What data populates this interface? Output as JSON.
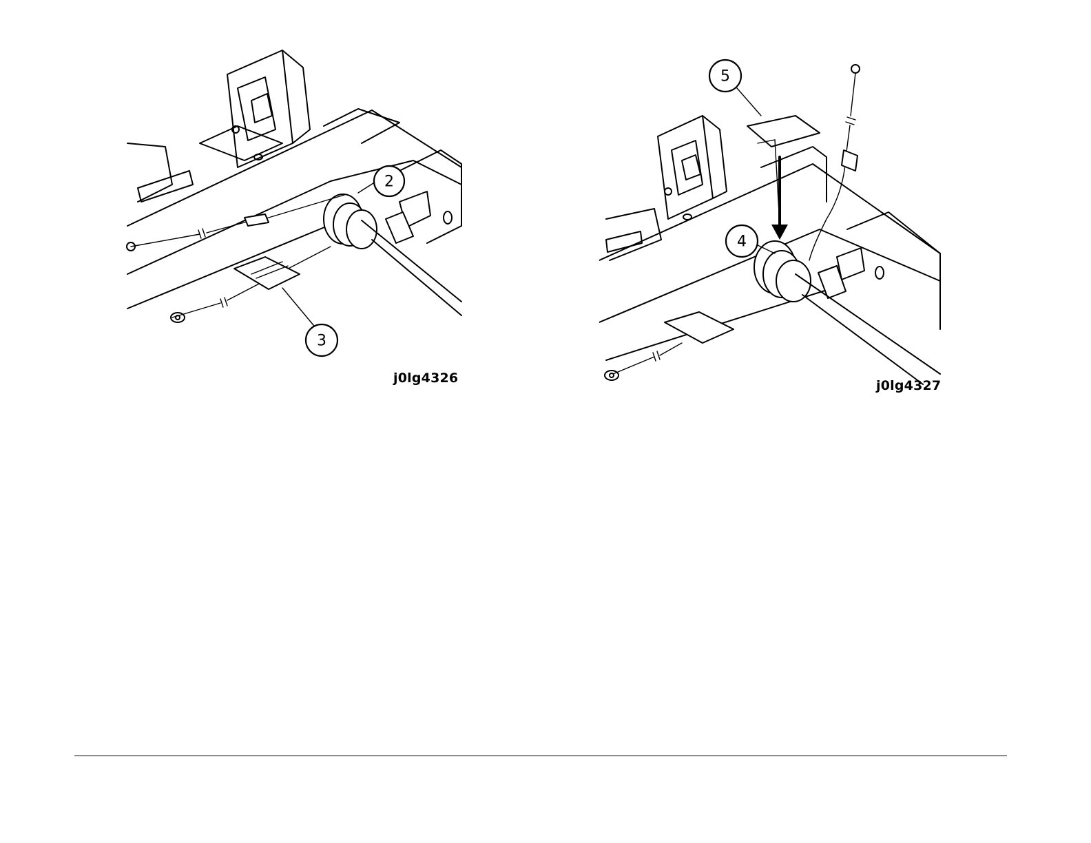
{
  "figures": [
    {
      "id": "j0lg4326",
      "callouts": [
        "2",
        "3"
      ]
    },
    {
      "id": "j0lg4327",
      "callouts": [
        "5",
        "4"
      ]
    }
  ]
}
